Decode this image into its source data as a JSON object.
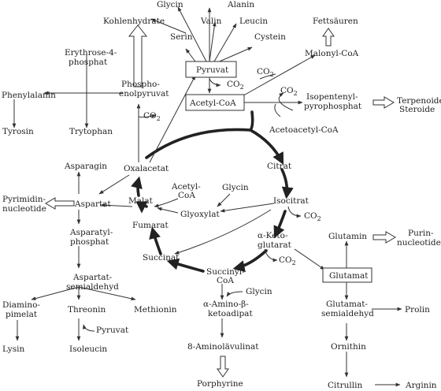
{
  "nodes": {
    "kohlenhydrate": "Kohlenhydrate",
    "glycin_top": "Glycin",
    "alanin": "Alanin",
    "valin": "Valin",
    "leucin": "Leucin",
    "serin": "Serin",
    "cystein": "Cystein",
    "fettsaeuren": "Fettsäuren",
    "erythrose_1": "Erythrose-4-",
    "erythrose_2": "phosphat",
    "pyruvat": "Pyruvat",
    "malonyl_coa": "Malonyl-CoA",
    "phenylalanin": "Phenylalanin",
    "pep_1": "Phospho-",
    "pep_2": "enolpyruvat",
    "acetyl_coa": "Acetyl-CoA",
    "isopentenyl_1": "Isopentenyl-",
    "isopentenyl_2": "pyrophosphat",
    "terpenoide": "Terpenoide",
    "steroide": "Steroide",
    "tyrosin": "Tyrosin",
    "tryptophan": "Trytophan",
    "acetoacetyl": "Acetoacetyl-CoA",
    "asparagin": "Asparagin",
    "oxalacetat": "Oxalacetat",
    "citrat": "Citrat",
    "acetyl_coa_small_1": "Acetyl-",
    "acetyl_coa_small_2": "CoA",
    "glycin_mid": "Glycin",
    "pyrimidin_1": "Pyrimidin-",
    "pyrimidin_2": "nucleotide",
    "aspartat": "Aspartat",
    "malat": "Malat",
    "glyoxylat": "Glyoxylat",
    "isocitrat": "Isocitrat",
    "fumarat": "Fumarat",
    "ketoglutarat_1": "α-Keto-",
    "ketoglutarat_2": "glutarat",
    "glutamin": "Glutamin",
    "purin_1": "Purin-",
    "purin_2": "nucleotide",
    "aspartyl_1": "Asparatyl-",
    "aspartyl_2": "phosphat",
    "succinat": "Succinat",
    "succinyl_1": "Succinyl-",
    "succinyl_2": "CoA",
    "glutamat": "Glutamat",
    "glycin_low": "Glycin",
    "aspartatsemi_1": "Aspartat-",
    "aspartatsemi_2": "semialdehyd",
    "aminoketo_1": "α-Amino-β-",
    "aminoketo_2": "ketoadipat",
    "glutamatsemi_1": "Glutamat-",
    "glutamatsemi_2": "semialdehyd",
    "diaminopimelat_1": "Diamino-",
    "diaminopimelat_2": "pimelat",
    "threonin": "Threonin",
    "methionin": "Methionin",
    "prolin": "Prolin",
    "pyruvat_small": "Pyruvat",
    "aminolaevulinat": "8-Aminolävulinat",
    "ornithin": "Ornithin",
    "lysin": "Lysin",
    "isoleucin": "Isoleucin",
    "porphyrine": "Porphyrine",
    "citrullin": "Citrullin",
    "arginin": "Arginin"
  },
  "co2": {
    "label": "CO",
    "subscript": "2"
  }
}
